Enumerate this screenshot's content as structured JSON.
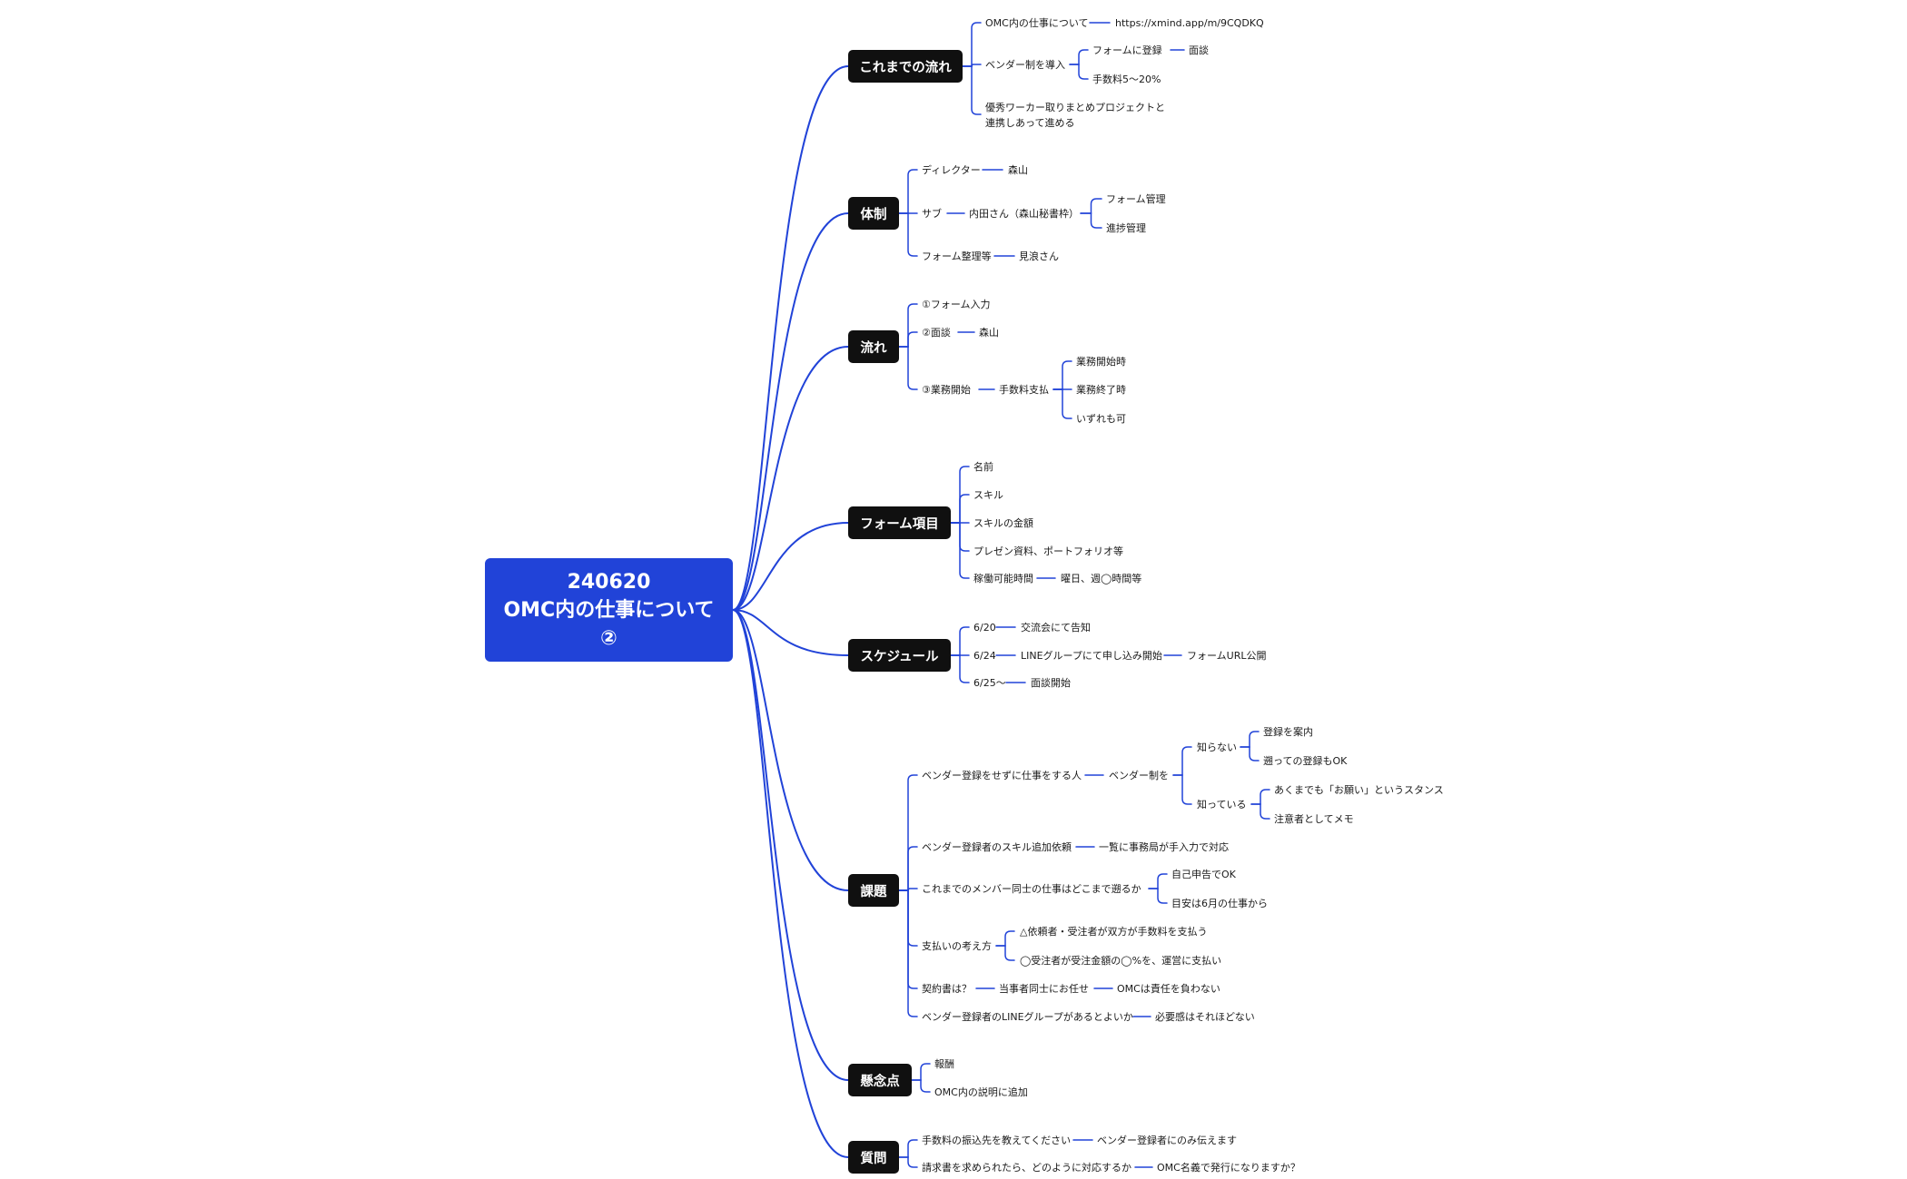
{
  "root": {
    "line1": "240620",
    "line2": "OMC内の仕事について",
    "line3": "②"
  },
  "colors": {
    "accent": "#2143d8",
    "branch": "#101010",
    "line": "#2143d8",
    "text": "#1a1a1a"
  },
  "branches": {
    "history": {
      "label": "これまでの流れ",
      "omc_work": "OMC内の仕事について",
      "xmind_link": "https://xmind.app/m/9CQDKQ",
      "vendor_intro": "ベンダー制を導入",
      "form_register": "フォームに登録",
      "interview": "面談",
      "fee": "手数料5〜20%",
      "excellent_line1": "優秀ワーカー取りまとめプロジェクトと",
      "excellent_line2": "連携しあって進める"
    },
    "structure": {
      "label": "体制",
      "director": "ディレクター",
      "director_name": "森山",
      "sub": "サブ",
      "sub_name": "内田さん（森山秘書枠）",
      "form_mgmt": "フォーム管理",
      "progress_mgmt": "進捗管理",
      "form_org": "フォーム整理等",
      "form_org_name": "見浪さん"
    },
    "flow": {
      "label": "流れ",
      "step1": "①フォーム入力",
      "step2": "②面談",
      "step2_name": "森山",
      "step3": "③業務開始",
      "fee_payment": "手数料支払",
      "at_start": "業務開始時",
      "at_end": "業務終了時",
      "either": "いずれも可"
    },
    "form_items": {
      "label": "フォーム項目",
      "name": "名前",
      "skill": "スキル",
      "skill_price": "スキルの金額",
      "presentation": "プレゼン資料、ポートフォリオ等",
      "hours": "稼働可能時間",
      "hours_detail": "曜日、週◯時間等"
    },
    "schedule": {
      "label": "スケジュール",
      "d1": "6/20",
      "d1_text": "交流会にて告知",
      "d2": "6/24",
      "d2_text": "LINEグループにて申し込み開始",
      "d2_sub": "フォームURL公開",
      "d3": "6/25〜",
      "d3_text": "面談開始"
    },
    "issues": {
      "label": "課題",
      "i1": "ベンダー登録をせずに仕事をする人",
      "i1_sub": "ベンダー制を",
      "unaware": "知らない",
      "guide_register": "登録を案内",
      "retro_ok": "遡っての登録もOK",
      "aware": "知っている",
      "request_stance": "あくまでも「お願い」というスタンス",
      "note_memo": "注意者としてメモ",
      "i2": "ベンダー登録者のスキル追加依頼",
      "i2_sub": "一覧に事務局が手入力で対応",
      "i3": "これまでのメンバー同士の仕事はどこまで遡るか",
      "self_report": "自己申告でOK",
      "guideline": "目安は6月の仕事から",
      "i4": "支払いの考え方",
      "both_pay": "△依頼者・受注者が双方が手数料を支払う",
      "contractor_pay": "◯受注者が受注金額の◯%を、運営に支払い",
      "i5": "契約書は？",
      "parties": "当事者同士にお任せ",
      "no_liability": "OMCは責任を負わない",
      "i6": "ベンダー登録者のLINEグループがあるとよいか",
      "not_needed": "必要感はそれほどない"
    },
    "concerns": {
      "label": "懸念点",
      "reward": "報酬",
      "add_explain": "OMC内の説明に追加"
    },
    "questions": {
      "label": "質問",
      "q1": "手数料の振込先を教えてください",
      "q1_sub": "ベンダー登録者にのみ伝えます",
      "q2": "請求書を求められたら、どのように対応するか",
      "q2_sub": "OMC名義で発行になりますか？"
    }
  }
}
